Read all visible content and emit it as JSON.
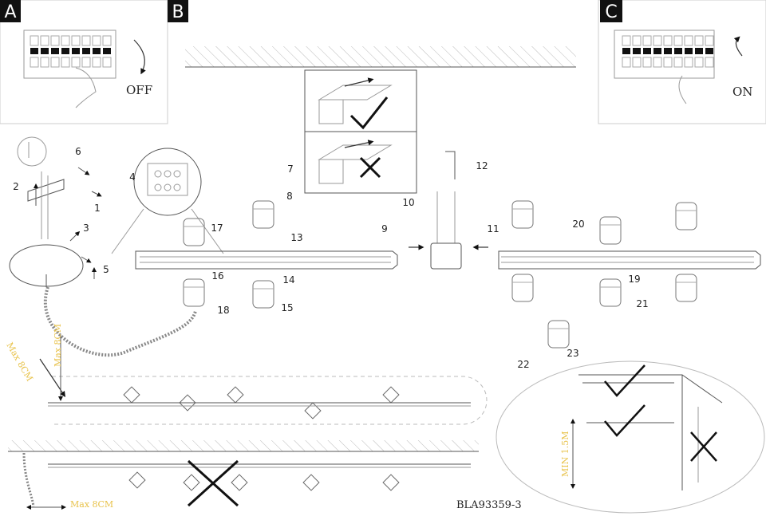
{
  "panels": {
    "a": {
      "letter": "A",
      "state": "OFF"
    },
    "b": {
      "letter": "B"
    },
    "c": {
      "letter": "C",
      "state": "ON"
    }
  },
  "step_numbers": [
    "1",
    "2",
    "3",
    "4",
    "5",
    "6",
    "7",
    "8",
    "9",
    "10",
    "11",
    "12",
    "13",
    "14",
    "15",
    "16",
    "17",
    "18",
    "19",
    "20",
    "21",
    "22",
    "23"
  ],
  "dimensions": {
    "max_8cm": "Max 8CM",
    "min_1_5m": "MIN 1.5M"
  },
  "colors": {
    "dimension_text": "#e8c24a",
    "panel_label_bg": "#111111"
  },
  "model_code": "BLA93359-3"
}
